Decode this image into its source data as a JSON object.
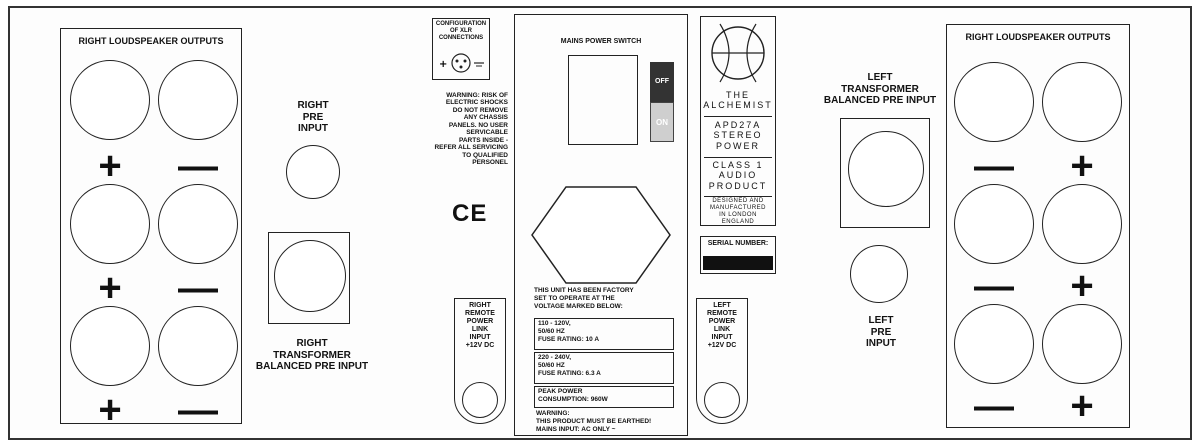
{
  "left_module": {
    "title": "RIGHT LOUDSPEAKER OUTPUTS",
    "signs": [
      "+",
      "—",
      "+",
      "—",
      "+",
      "—"
    ]
  },
  "right_pre_input": "RIGHT\nPRE\nINPUT",
  "right_transformer": "RIGHT\nTRANSFORMER\nBALANCED PRE INPUT",
  "xlr": {
    "title": "CONFIGURATION\nOF XLR\nCONNECTIONS",
    "warning": "WARNING: RISK OF\nELECTRIC SHOCKS\nDO NOT REMOVE\nANY CHASSIS\nPANELS. NO USER\nSERVICABLE\nPARTS INSIDE -\nREFER ALL SERVICING\nTO QUALIFIED\nPERSONEL",
    "ce_mark": "CE"
  },
  "right_remote": "RIGHT\nREMOTE\nPOWER\nLINK\nINPUT\n+12V DC",
  "mains": {
    "title": "MAINS POWER SWITCH",
    "off": "OFF",
    "on": "ON",
    "factory": "THIS UNIT HAS BEEN FACTORY\nSET TO OPERATE AT THE\nVOLTAGE MARKED BELOW:",
    "v1": "110 - 120V,\n50/60 Hz\nFUSE RATING: 10 A",
    "v2": "220 - 240V,\n50/60 Hz\nFUSE RATING: 6.3 A",
    "peak": "PEAK POWER\nCONSUMPTION: 960W",
    "warning": "WARNING:\nTHIS PRODUCT MUST BE EARTHED!\nMAINS INPUT: AC Only ~"
  },
  "logo": {
    "l1": "THE\nALCHEMIST",
    "l2": "APD27A\nSTEREO\nPOWER",
    "l3": "CLASS 1\nAUDIO\nPRODUCT",
    "l4": "DESIGNED AND\nMANUFACTURED\nIN LONDON\nENGLAND"
  },
  "serial": "SERIAL NUMBER:",
  "left_remote": "LEFT\nREMOTE\nPOWER\nLINK\nINPUT\n+12V DC",
  "left_transformer": "LEFT\nTRANSFORMER\nBALANCED PRE INPUT",
  "left_pre_input": "LEFT\nPRE\nINPUT",
  "right_module": {
    "title": "RIGHT LOUDSPEAKER OUTPUTS",
    "signs": [
      "—",
      "+",
      "—",
      "+",
      "—",
      "+"
    ]
  }
}
